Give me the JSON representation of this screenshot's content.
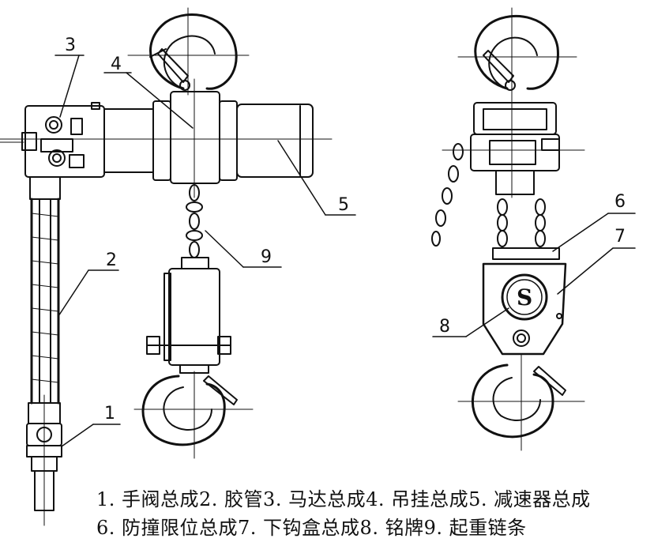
{
  "labels": {
    "l1": "1",
    "l2": "2",
    "l3": "3",
    "l4": "4",
    "l5": "5",
    "l6": "6",
    "l7": "7",
    "l8": "8",
    "l9": "9"
  },
  "nameplate_text": "S",
  "legend": {
    "line1": "1. 手阀总成2. 胶管3. 马达总成4. 吊挂总成5. 减速器总成",
    "line2": "6. 防撞限位总成7. 下钩盒总成8. 铭牌9. 起重链条"
  }
}
